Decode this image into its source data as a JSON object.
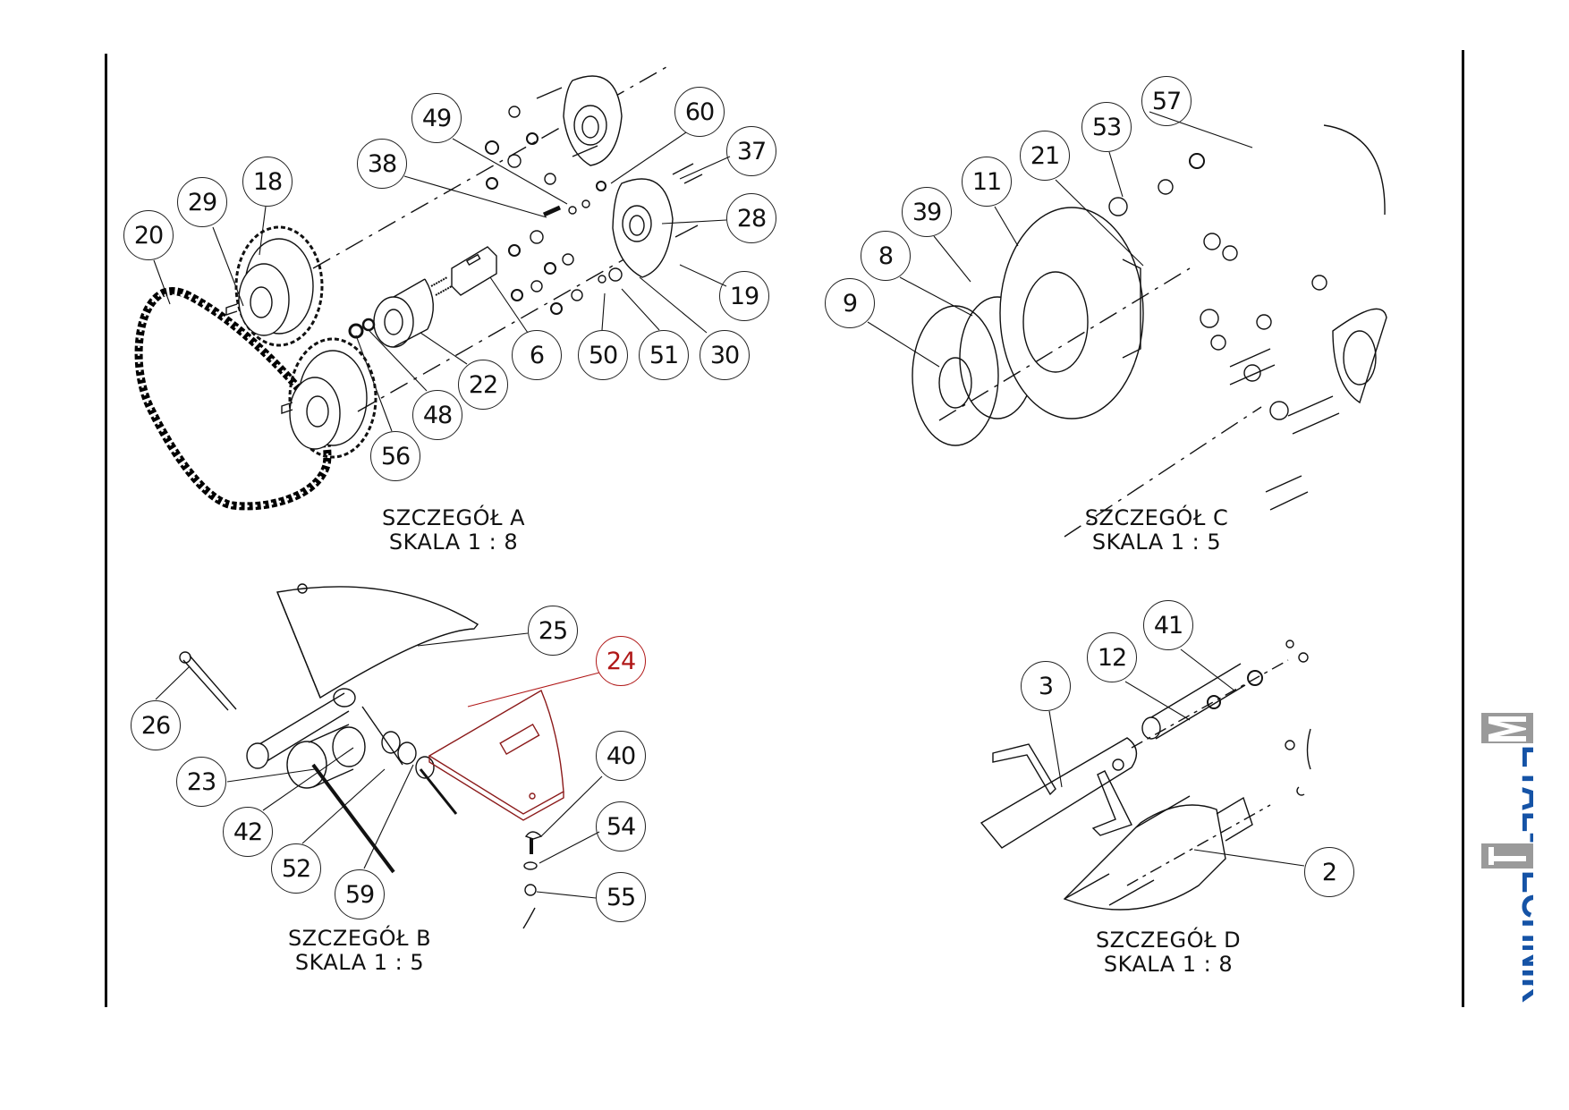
{
  "sheet": {
    "type": "exploded assembly drawing",
    "brand_logo_text": "METAL-TECHNIK",
    "brand_colors": {
      "blue": "#1553a6",
      "gray": "#9a9a9a"
    },
    "leader_color_highlight": "#b01818"
  },
  "details": [
    {
      "id": "A",
      "title": "SZCZEGÓŁ A",
      "scale": "SKALA 1 : 8",
      "balloons": [
        "20",
        "29",
        "18",
        "38",
        "49",
        "60",
        "37",
        "28",
        "19",
        "30",
        "51",
        "50",
        "6",
        "22",
        "48",
        "56"
      ]
    },
    {
      "id": "C",
      "title": "SZCZEGÓŁ C",
      "scale": "SKALA 1 : 5",
      "balloons": [
        "57",
        "53",
        "21",
        "11",
        "39",
        "8",
        "9"
      ]
    },
    {
      "id": "B",
      "title": "SZCZEGÓŁ B",
      "scale": "SKALA 1 : 5",
      "balloons": [
        "25",
        "24",
        "26",
        "40",
        "23",
        "54",
        "42",
        "52",
        "55",
        "59"
      ],
      "highlighted_balloon": "24"
    },
    {
      "id": "D",
      "title": "SZCZEGÓŁ D",
      "scale": "SKALA 1 : 8",
      "balloons": [
        "41",
        "12",
        "3",
        "2"
      ]
    }
  ]
}
